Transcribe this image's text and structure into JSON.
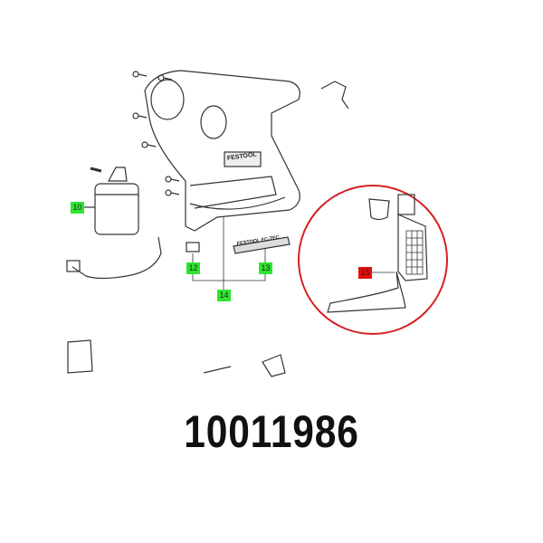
{
  "diagram": {
    "callouts": [
      {
        "id": "10",
        "color": "green"
      },
      {
        "id": "12",
        "color": "green"
      },
      {
        "id": "13",
        "color": "green"
      },
      {
        "id": "14",
        "color": "green"
      },
      {
        "id": "15",
        "color": "red"
      }
    ],
    "brand_marks": [
      "FESTOOL",
      "FESTOOL FC-TFC"
    ],
    "highlight_color": "#d42020",
    "callout_green": "#2ee62e"
  },
  "product": {
    "part_number": "10011986"
  }
}
